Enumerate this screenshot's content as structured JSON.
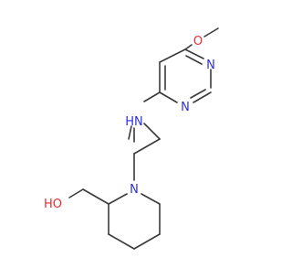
{
  "molecule": {
    "atom_labels": {
      "methoxy_oxygen": "O",
      "pyrimidine_n1": "N",
      "pyrimidine_n3": "N",
      "amine_nh": "HN",
      "piperidine_n": "N",
      "hydroxyl": "HO"
    },
    "colors": {
      "bond": "#3a3a3a",
      "oxygen": "#e03030",
      "nitrogen": "#2f2fd6"
    }
  }
}
